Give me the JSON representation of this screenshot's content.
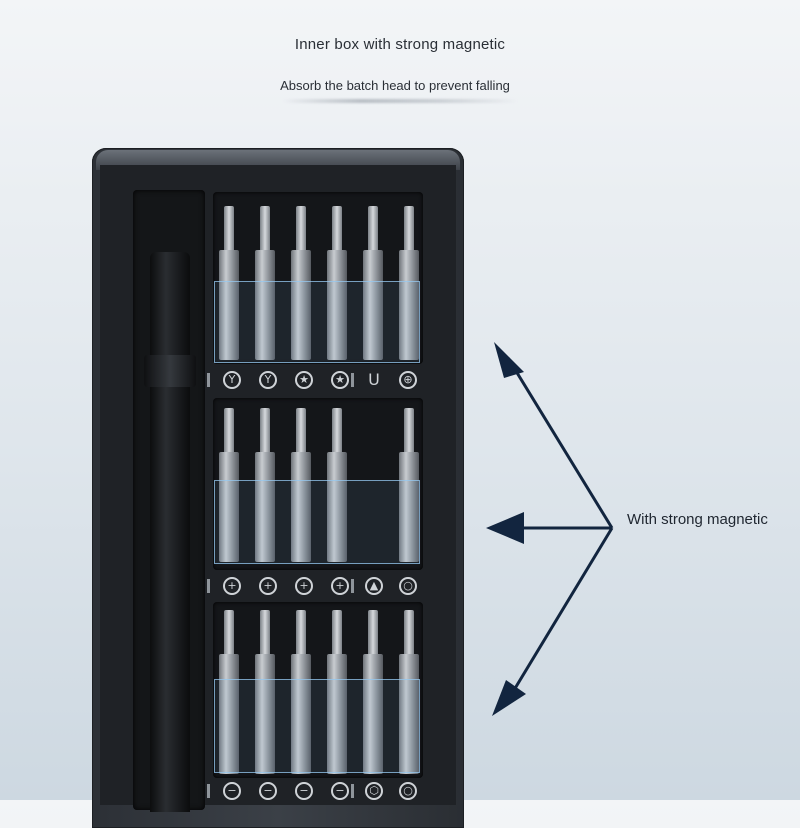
{
  "headline": "Inner box with strong magnetic",
  "subline": "Absorb the batch head to prevent falling",
  "callout": "With strong magnetic",
  "colors": {
    "arrow": "#12253f",
    "highlight": "#96c8f0"
  },
  "rows": [
    {
      "symbols": [
        "Y",
        "Y",
        "★",
        "★",
        "U",
        "⊕"
      ]
    },
    {
      "symbols": [
        "+",
        "+",
        "+",
        "+",
        "▲",
        "○"
      ]
    },
    {
      "symbols": [
        "−",
        "−",
        "−",
        "−",
        "⬡",
        "○"
      ]
    }
  ]
}
